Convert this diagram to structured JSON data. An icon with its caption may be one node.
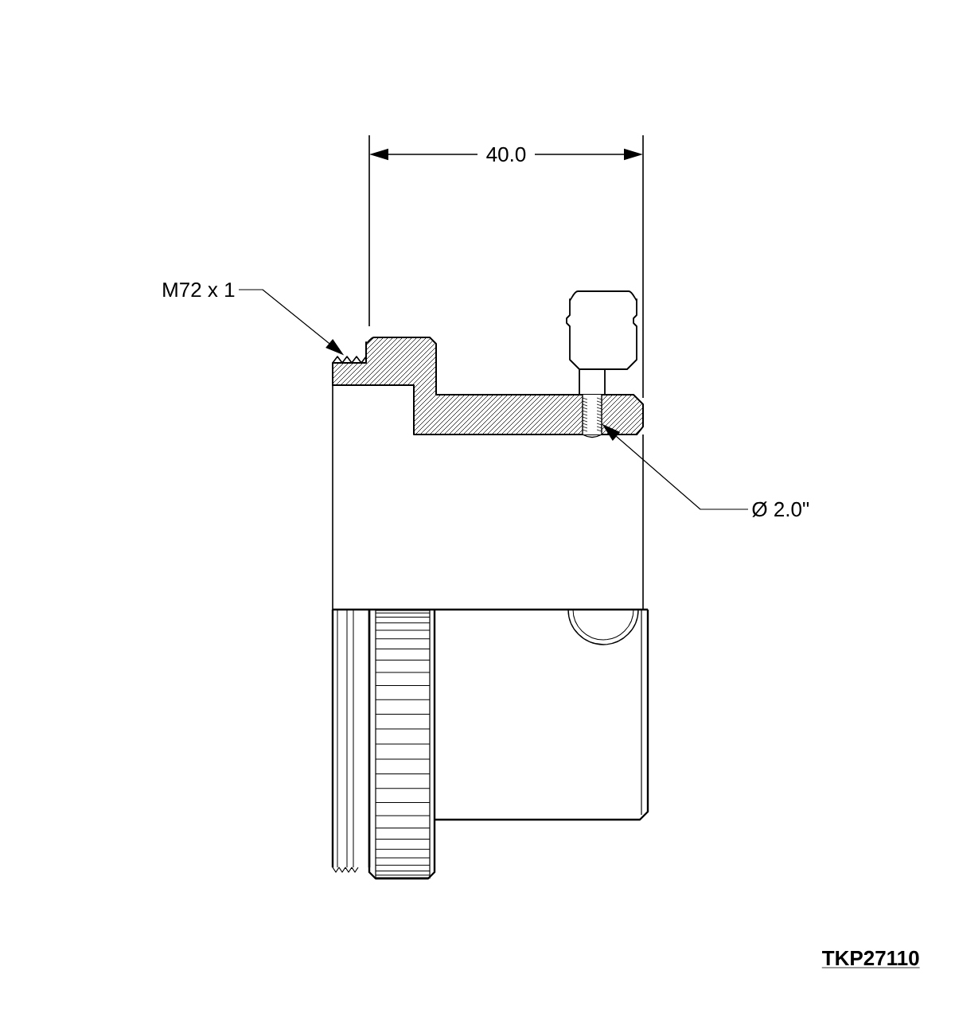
{
  "diagram": {
    "nodes": [
      {
        "text": [
          "M72 x 1"
        ]
      },
      {
        "text": [],
        "shape": "picture"
      },
      {
        "text": [
          "Ø 2.0\""
        ]
      },
      {
        "text": [],
        "shape": "picture"
      }
    ],
    "edges": [
      {
        "from": 0,
        "to": 1,
        "arrow": "to"
      },
      {
        "from": 2,
        "to": 3,
        "arrow": "to"
      }
    ],
    "labels": [
      "40.0",
      "TKP27110"
    ]
  }
}
